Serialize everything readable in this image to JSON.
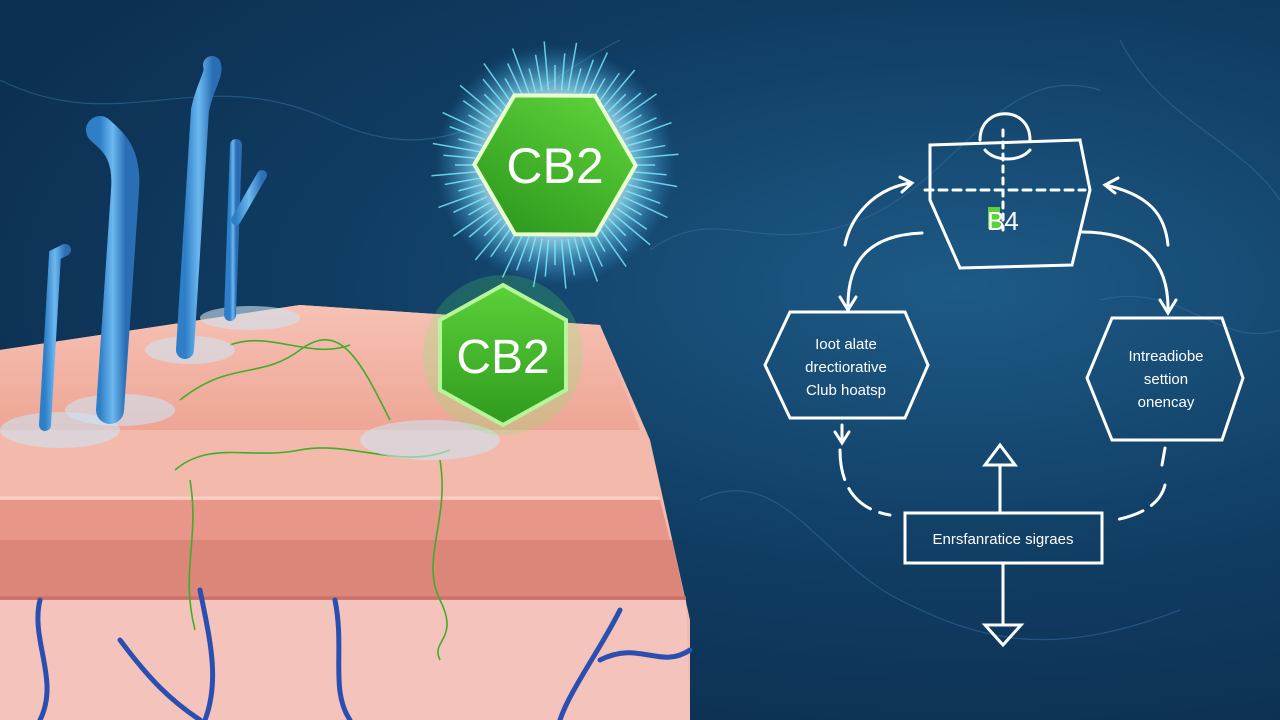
{
  "receptors": {
    "top_label": "CB2",
    "bottom_label": "CB2"
  },
  "diagram": {
    "top_box_label": "B4",
    "left_hexagon_lines": [
      "Ioot alate",
      "drectiorative",
      "Club hoatsp"
    ],
    "right_hexagon_lines": [
      "Intreadiobe",
      "settion",
      "onencay"
    ],
    "bottom_box_label": "Enrsfanratice sigraes"
  },
  "colors": {
    "background": "#103d63",
    "receptor_green": "#3fae2a",
    "skin": "#f0a99a",
    "follicle": "#4a9fe0",
    "vessel": "#2a4fb0",
    "line": "#ffffff"
  }
}
